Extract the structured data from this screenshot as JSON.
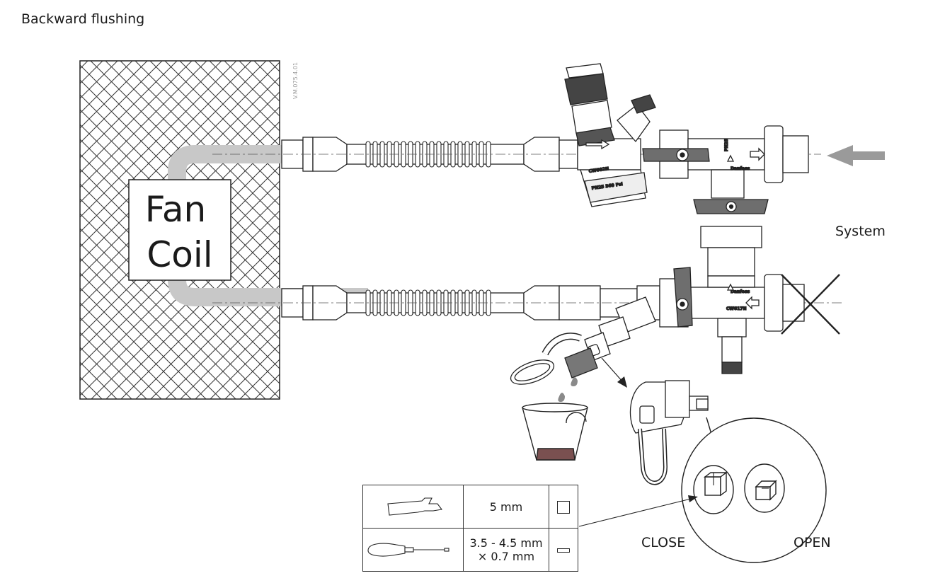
{
  "title": "Backward flushing",
  "fan_coil": {
    "line1": "Fan",
    "line2": "Coil"
  },
  "drawing_code": "V.M.075.4.01",
  "valve_marks": {
    "body_text_1": "CW602N",
    "body_text_2": "PN25 360 Psi",
    "tee_text_1": "PN25",
    "tee_text_2": "CW617N",
    "brand": "Danfoss"
  },
  "system_label": "System",
  "close_label": "CLOSE",
  "open_label": "OPEN",
  "tool_table": [
    {
      "tool": "hex-key-icon",
      "size": "5 mm",
      "symbol": "square-symbol"
    },
    {
      "tool": "screwdriver-icon",
      "size_line1": "3.5 - 4.5 mm",
      "size_line2": "× 0.7 mm",
      "symbol": "slot-symbol"
    }
  ],
  "colors": {
    "pipe_shadow": "#c8c8c8",
    "arrow": "#9a9a9a",
    "handle": "#6e6e6e",
    "water": "#7a5050",
    "droplet": "#8a8a8a"
  }
}
